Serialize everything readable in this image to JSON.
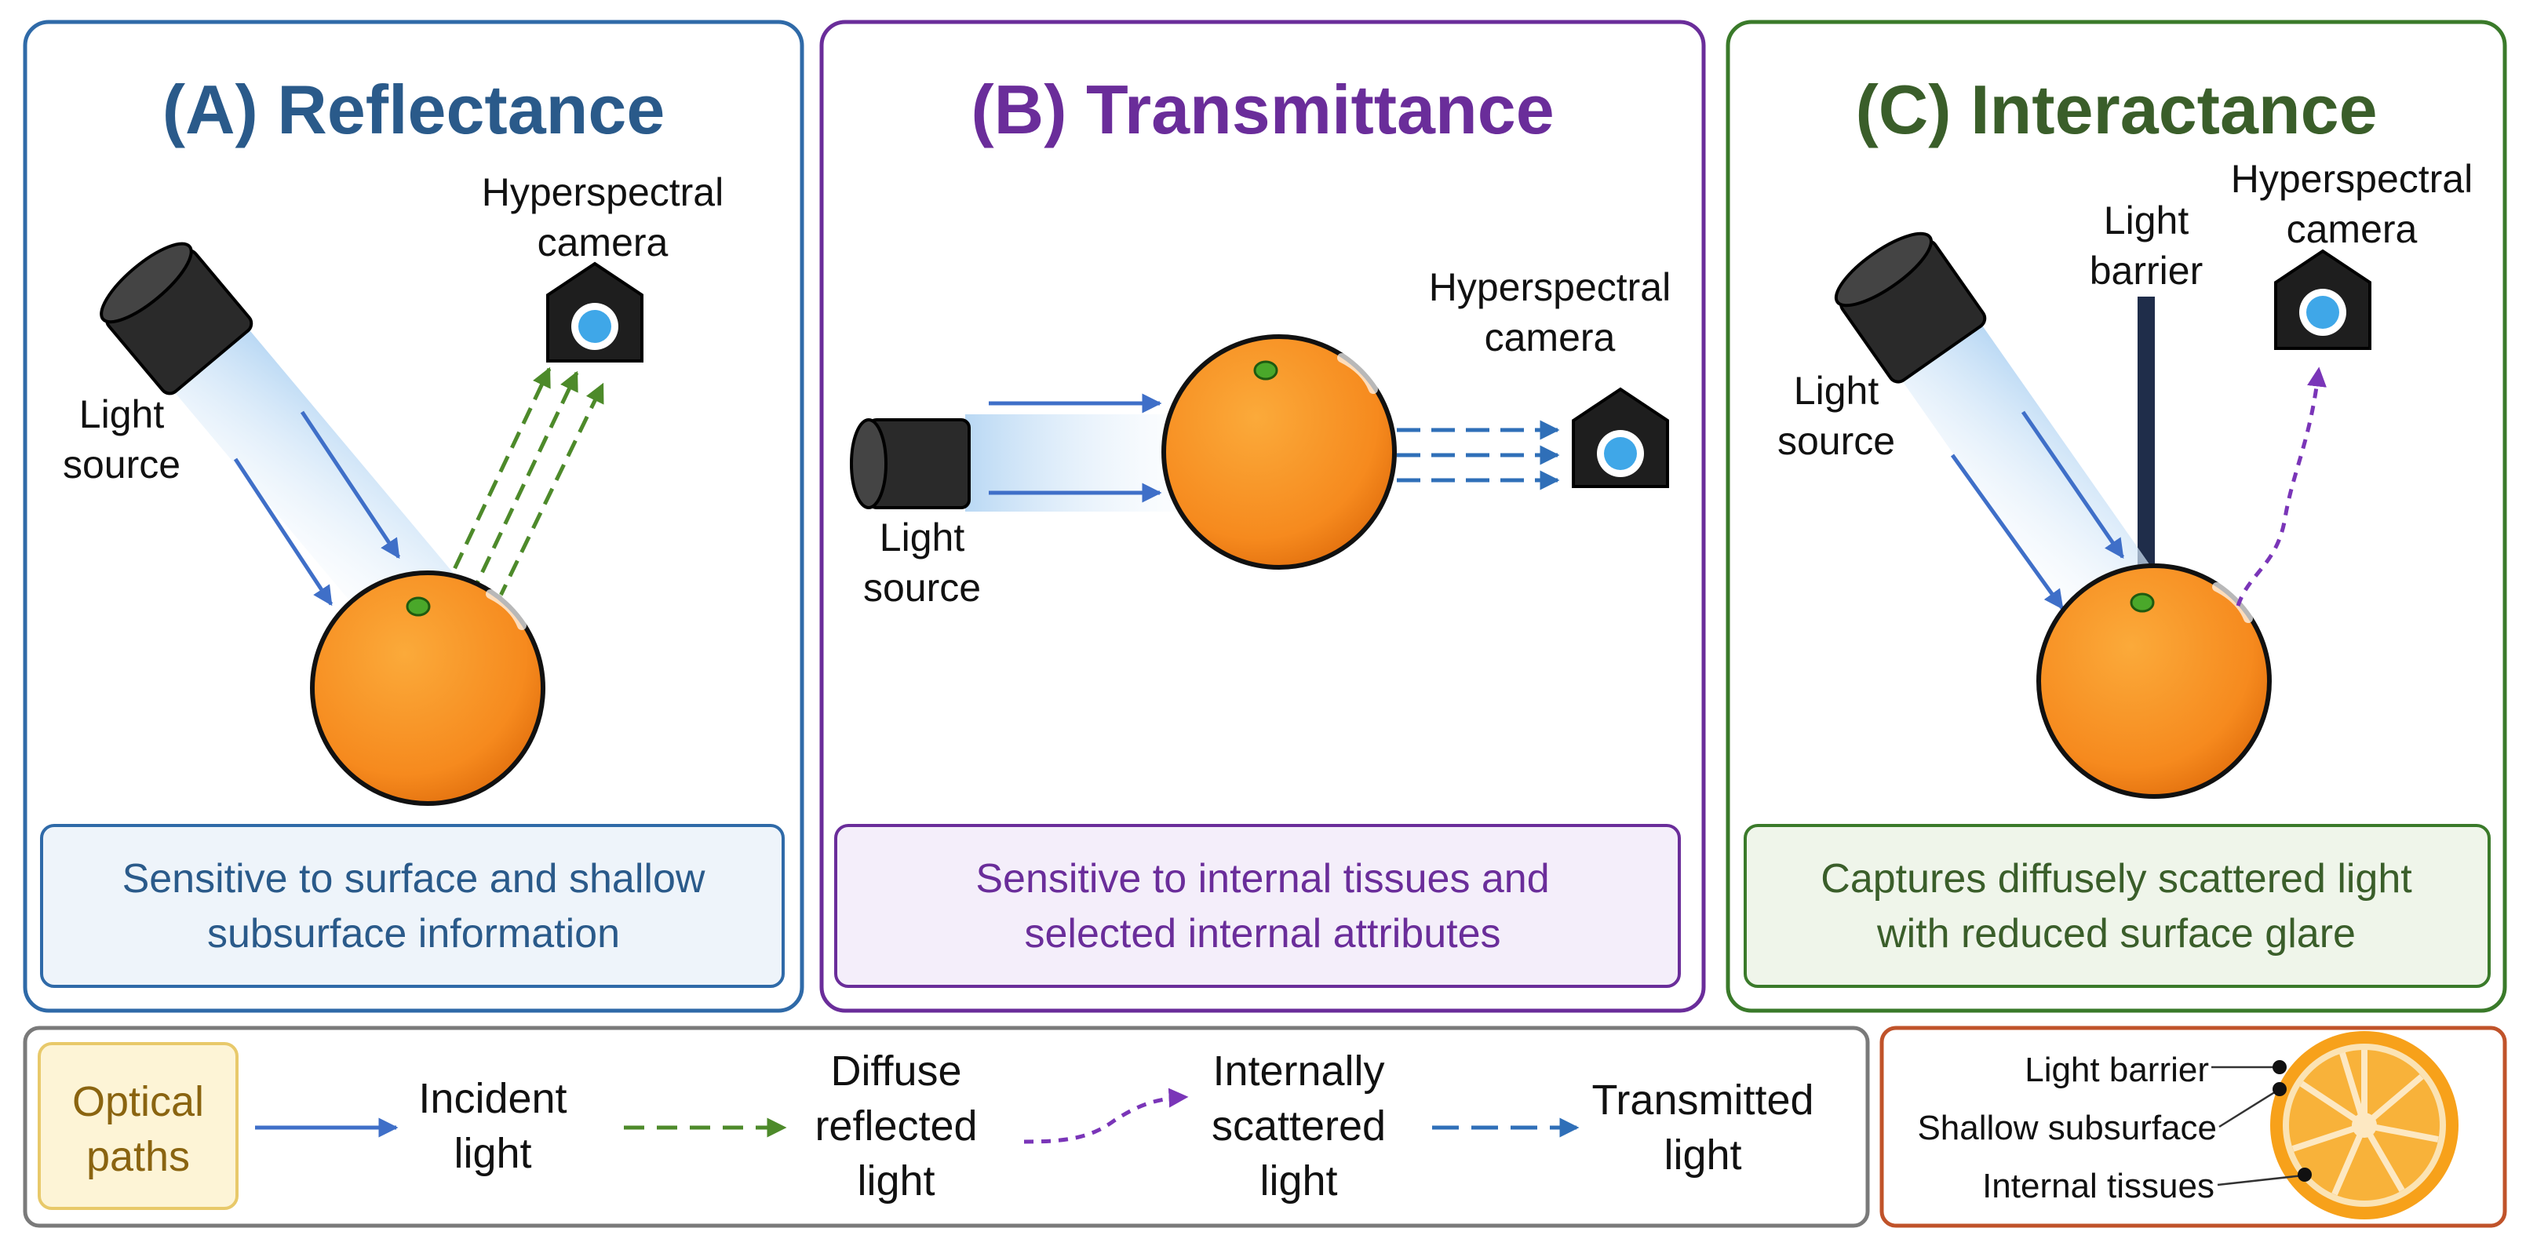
{
  "colors": {
    "reflectance": "#2a5a8a",
    "transmittance": "#6a2d9a",
    "interactance": "#3a5e2a",
    "incident": "#3f6fc8",
    "diffuse": "#4d8a2a",
    "scattered": "#7a35b8",
    "transmitted": "#2f6fb8",
    "orange": "#f68a1e",
    "barrier": "#1f2d4a"
  },
  "panels": {
    "a": {
      "title": "(A) Reflectance",
      "camera_lines": [
        "Hyperspectral",
        "camera"
      ],
      "source_lines": [
        "Light",
        "source"
      ],
      "caption_lines": [
        "Sensitive to surface and shallow",
        "subsurface information"
      ]
    },
    "b": {
      "title": "(B) Transmittance",
      "camera_lines": [
        "Hyperspectral",
        "camera"
      ],
      "source_lines": [
        "Light",
        "source"
      ],
      "caption_lines": [
        "Sensitive to internal tissues and",
        "selected internal attributes"
      ]
    },
    "c": {
      "title": "(C) Interactance",
      "camera_lines": [
        "Hyperspectral",
        "camera"
      ],
      "barrier_lines": [
        "Light",
        "barrier"
      ],
      "source_lines": [
        "Light",
        "source"
      ],
      "caption_lines": [
        "Captures diffusely scattered light",
        "with reduced surface glare"
      ]
    }
  },
  "legend": {
    "heading_lines": [
      "Optical",
      "paths"
    ],
    "items": [
      {
        "icon": "solid-arrow",
        "lines": [
          "Incident",
          "light"
        ]
      },
      {
        "icon": "dashed-arrow",
        "lines": [
          "Diffuse",
          "reflected",
          "light"
        ]
      },
      {
        "icon": "dotted-curved-arrow",
        "lines": [
          "Internally",
          "scattered",
          "light"
        ]
      },
      {
        "icon": "long-dash-arrow",
        "lines": [
          "Transmitted",
          "light"
        ]
      }
    ]
  },
  "tissue_key": {
    "labels": [
      "Light barrier",
      "Shallow subsurface",
      "Internal tissues"
    ]
  }
}
